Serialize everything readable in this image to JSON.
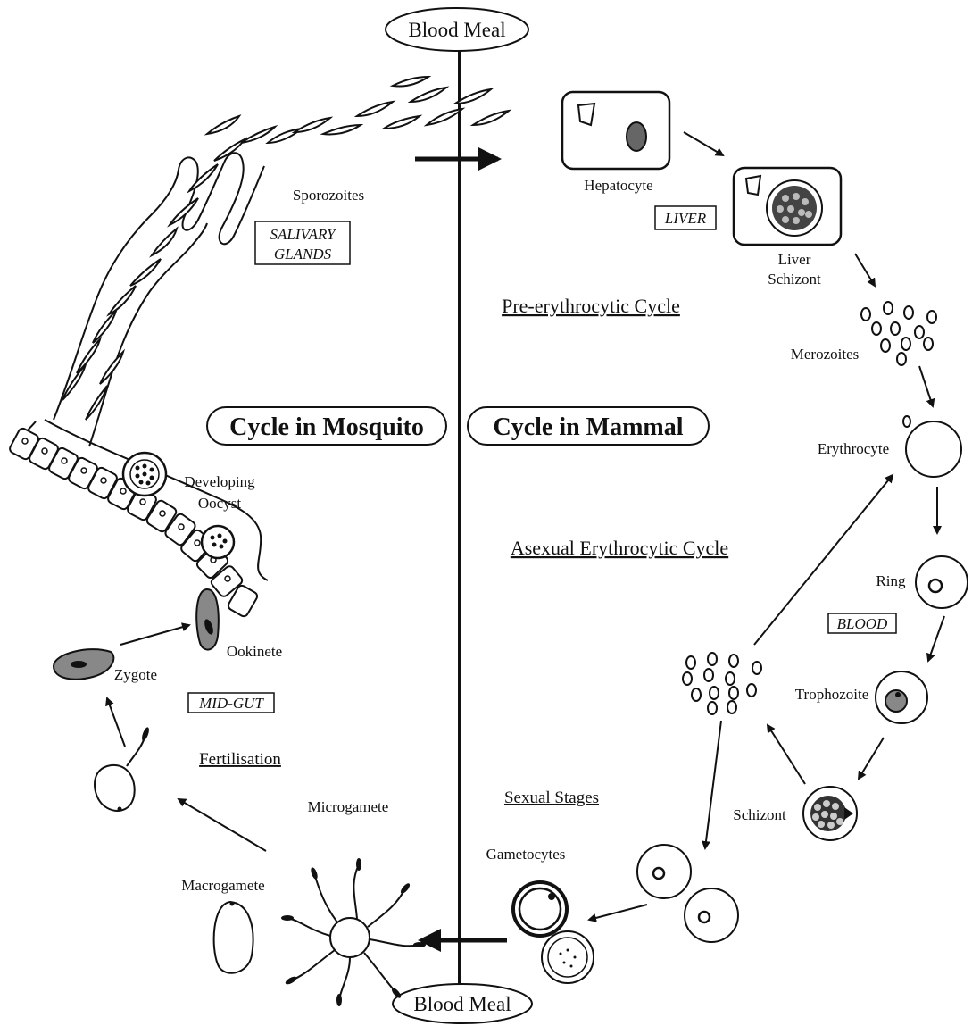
{
  "top_label": "Blood Meal",
  "bottom_label": "Blood Meal",
  "cycles": {
    "mosquito": "Cycle in Mosquito",
    "mammal": "Cycle in Mammal"
  },
  "section_titles": {
    "pre_erythrocytic": "Pre-erythrocytic Cycle",
    "asexual": "Asexual Erythrocytic Cycle",
    "sexual": "Sexual Stages",
    "fertilisation": "Fertilisation"
  },
  "locations": {
    "salivary_line1": "SALIVARY",
    "salivary_line2": "GLANDS",
    "liver": "LIVER",
    "blood": "BLOOD",
    "midgut": "MID-GUT"
  },
  "stages": {
    "sporozoites": "Sporozoites",
    "hepatocyte": "Hepatocyte",
    "liver_schizont_1": "Liver",
    "liver_schizont_2": "Schizont",
    "merozoites": "Merozoites",
    "erythrocyte": "Erythrocyte",
    "ring": "Ring",
    "trophozoite": "Trophozoite",
    "schizont": "Schizont",
    "gametocytes": "Gametocytes",
    "microgamete": "Microgamete",
    "macrogamete": "Macrogamete",
    "zygote": "Zygote",
    "ookinete": "Ookinete",
    "oocyst_1": "Developing",
    "oocyst_2": "Oocyst"
  }
}
